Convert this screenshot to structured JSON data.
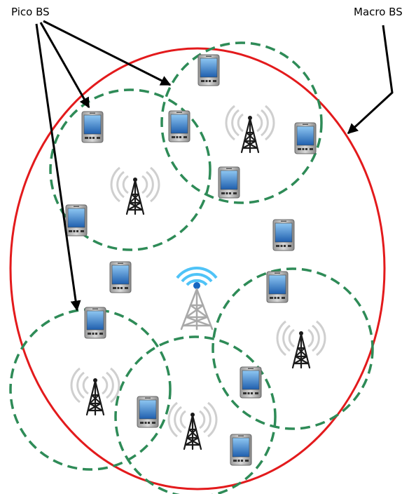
{
  "labels": {
    "pico": "Pico BS",
    "macro": "Macro BS"
  },
  "colors": {
    "macro_cell": "#e31a1c",
    "pico_cell": "#2e8b57",
    "arrow": "#000000",
    "macro_tower": "#a9a9a9",
    "macro_signal": "#4fc3f7",
    "pico_tower": "#222222",
    "pico_signal": "#c8c8c8",
    "phone_body": "#8c8c8c",
    "phone_screen": "#2f7fd0"
  },
  "icons": {
    "macro_tower": "macro-tower-icon",
    "pico_tower": "pico-tower-icon",
    "phone": "phone-icon",
    "arrow": "arrow"
  }
}
